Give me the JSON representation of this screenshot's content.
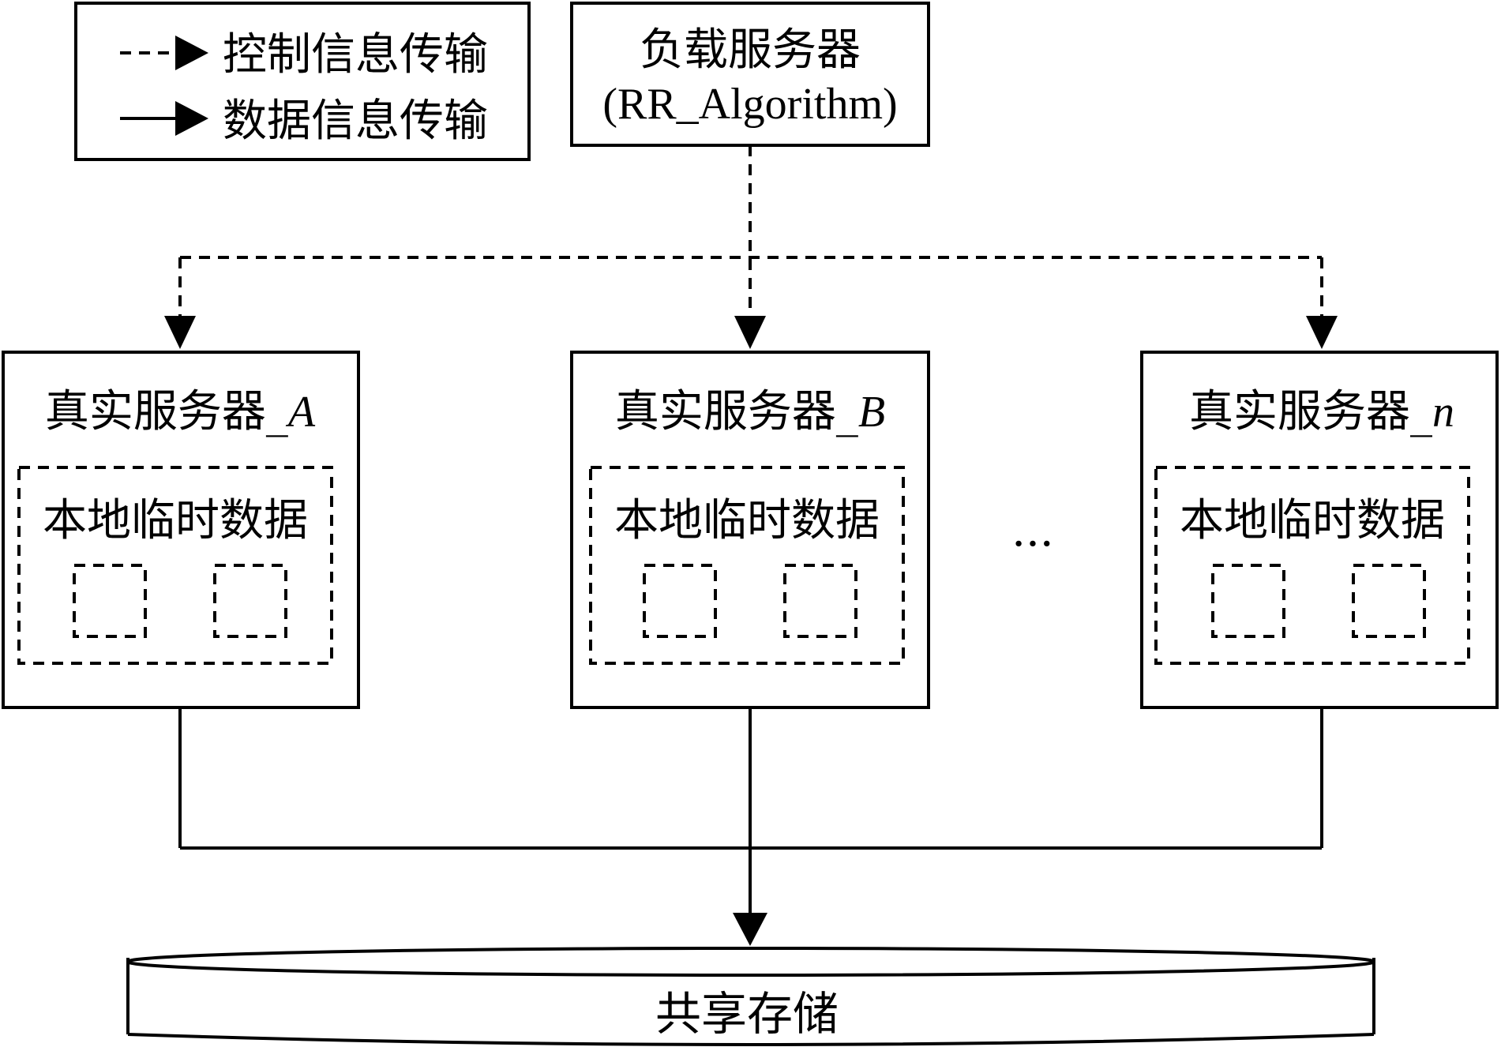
{
  "legend": {
    "control_label": "控制信息传输",
    "data_label": "数据信息传输"
  },
  "load_server": {
    "title": "负载服务器",
    "algorithm": "(RR_Algorithm)"
  },
  "servers": [
    {
      "prefix": "真实服务器_",
      "suffix": "A",
      "storage_label": "本地临时数据"
    },
    {
      "prefix": "真实服务器_",
      "suffix": "B",
      "storage_label": "本地临时数据"
    },
    {
      "prefix": "真实服务器_",
      "suffix": "n",
      "storage_label": "本地临时数据"
    }
  ],
  "ellipsis": "···",
  "shared_storage": {
    "label": "共享存储"
  }
}
